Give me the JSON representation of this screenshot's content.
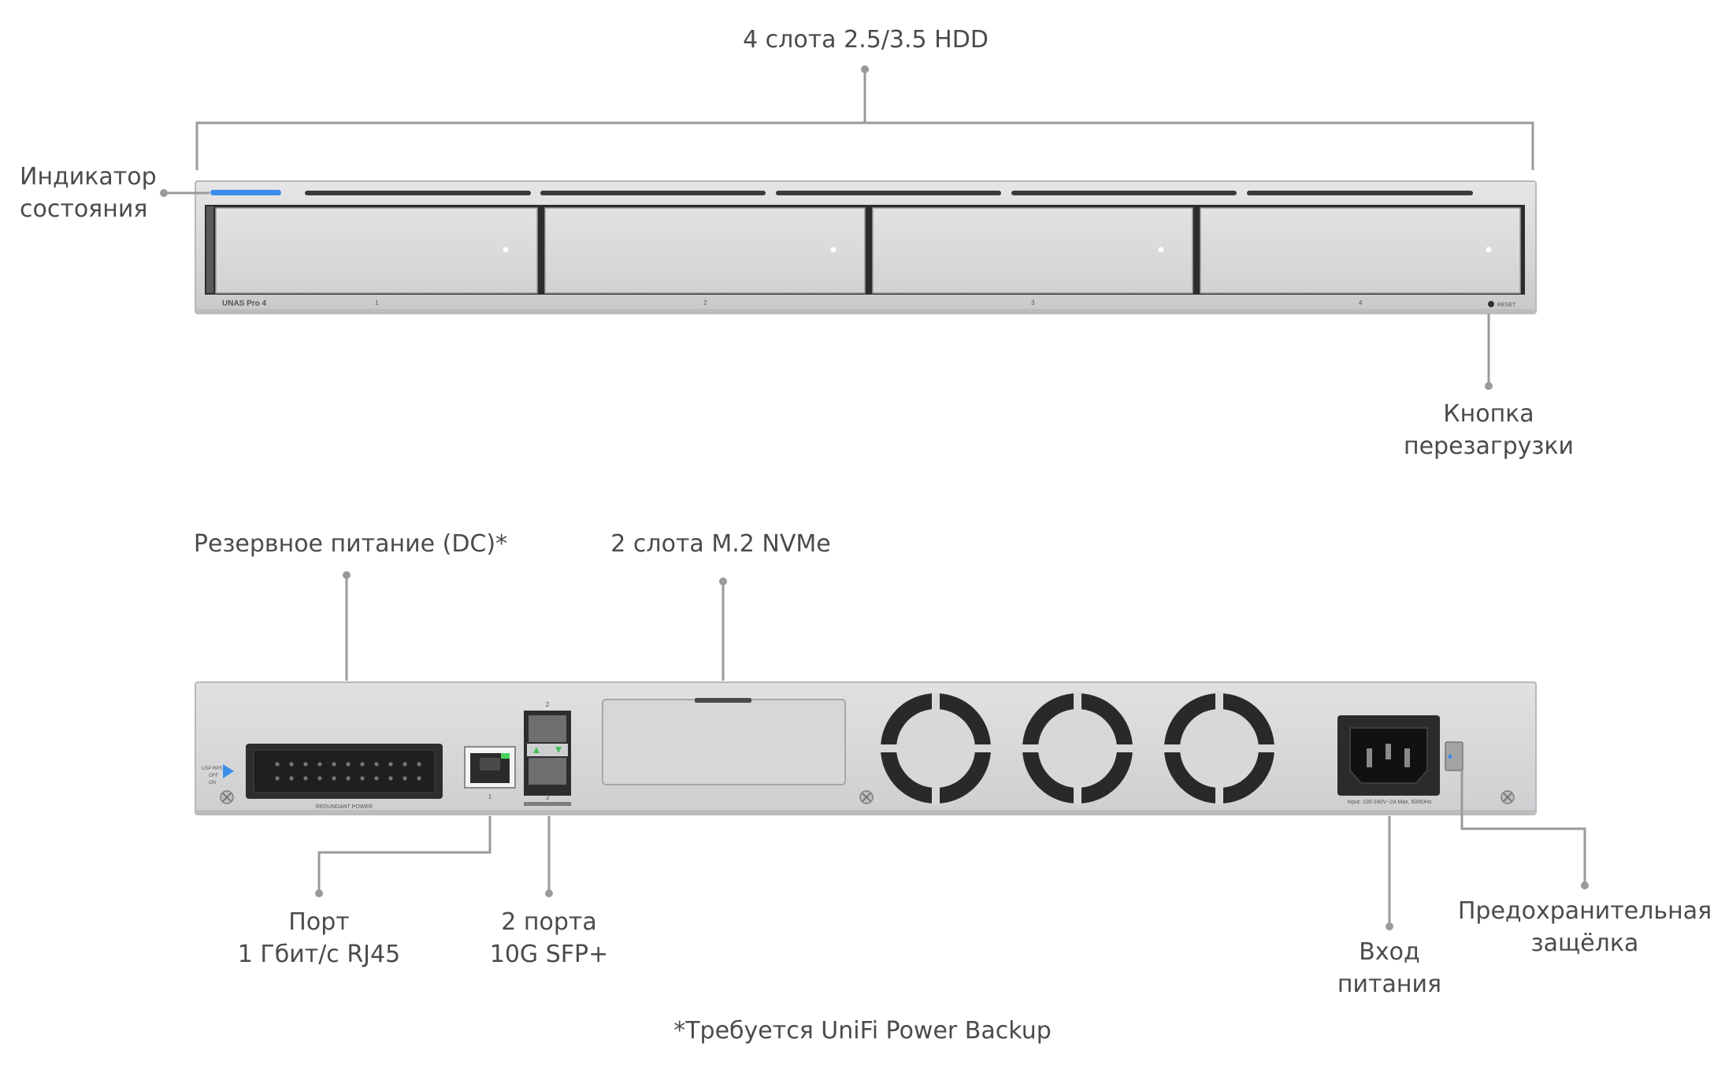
{
  "front": {
    "top_label": "4 слота 2.5/3.5 HDD",
    "status_label": [
      "Индикатор",
      "состояния"
    ],
    "reset_label": [
      "Кнопка",
      "перезагрузки"
    ],
    "model": "UNAS Pro 4",
    "bay_numbers": [
      "1",
      "2",
      "3",
      "4"
    ],
    "reset_text": "RESET"
  },
  "rear": {
    "backup_label": "Резервное питание (DC)*",
    "nvme_label": "2 слота M.2 NVMe",
    "rj45_label": [
      "Порт",
      "1 Гбит/с RJ45"
    ],
    "sfp_label": [
      "2 порта",
      "10G SFP+"
    ],
    "power_label": [
      "Вход",
      "питания"
    ],
    "latch_label": [
      "Предохранительная",
      "защёлка"
    ],
    "redundant_power_text": "REDUNDANT POWER",
    "switch_texts": [
      "USP RPS",
      "OFF",
      "ON"
    ],
    "rj45_number": "1",
    "sfp_numbers": [
      "2",
      "3"
    ],
    "input_text": "Input: 100-240V~2A Max, 50/60Hz"
  },
  "footnote": "*Требуется UniFi Power Backup",
  "colors": {
    "led": "#3a8eea",
    "leader": "#9a9a9a",
    "chassis": "#d9d9dc"
  }
}
